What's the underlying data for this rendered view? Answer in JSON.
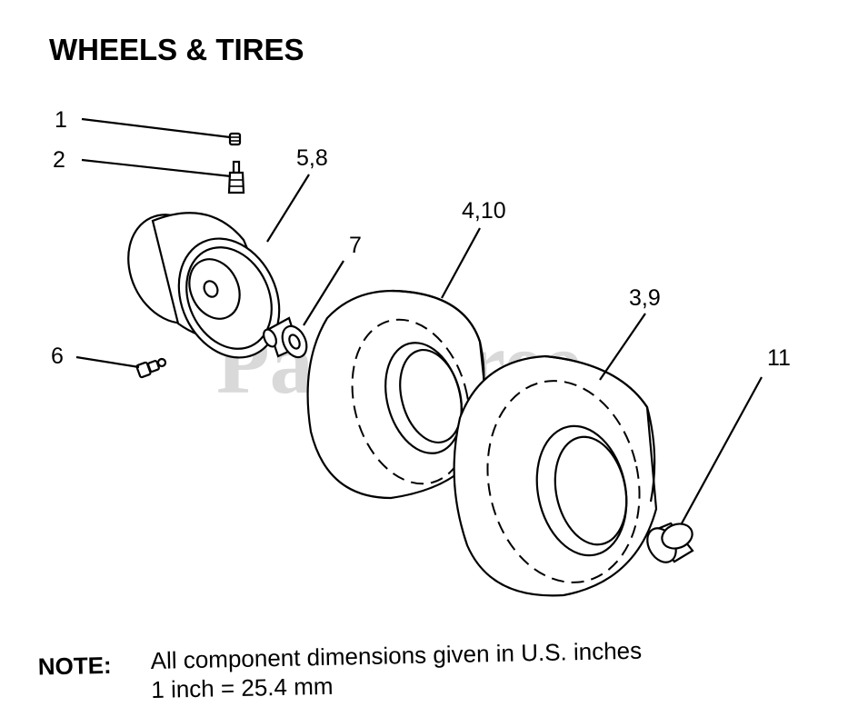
{
  "title": "WHEELS & TIRES",
  "watermark": "PartsTree",
  "callouts": {
    "c1": "1",
    "c2": "2",
    "c58": "5,8",
    "c7": "7",
    "c410": "4,10",
    "c39": "3,9",
    "c6": "6",
    "c11": "11"
  },
  "note": {
    "label": "NOTE:",
    "line1": "All component dimensions given in U.S. inches",
    "line2": "1 inch = 25.4 mm"
  }
}
